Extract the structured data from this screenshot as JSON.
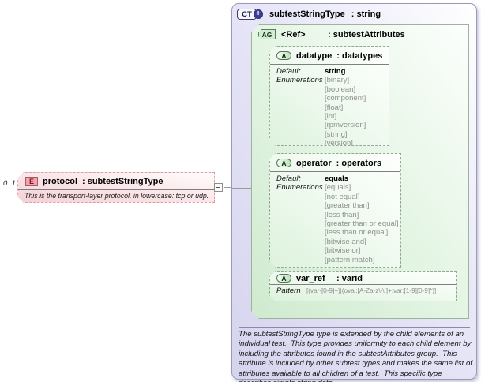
{
  "element": {
    "cardinality": "0..1",
    "badge": "E",
    "name": "protocol",
    "type_label": ": subtestStringType",
    "annotation": "This is the transport-layer protocol, in lowercase: tcp or udp."
  },
  "complex_type": {
    "badge": "CT",
    "plus": "+",
    "name": "subtestStringType",
    "type_label": ": string",
    "attribute_group": {
      "badge": "AG",
      "name": "<Ref>",
      "type_label": ": subtestAttributes"
    },
    "attributes": {
      "datatype": {
        "badge": "A",
        "name": "datatype",
        "type_label": ": datatypes",
        "default_label": "Default",
        "default_value": "string",
        "enumerations_label": "Enumerations",
        "enumerations": [
          "[binary]",
          "[boolean]",
          "[component]",
          "[float]",
          "[int]",
          "[rpmversion]",
          "[string]",
          "[version]"
        ]
      },
      "operator": {
        "badge": "A",
        "name": "operator",
        "type_label": ": operators",
        "default_label": "Default",
        "default_value": "equals",
        "enumerations_label": "Enumerations",
        "enumerations": [
          "[equals]",
          "[not equal]",
          "[greater than]",
          "[less than]",
          "[greater than or equal]",
          "[less than or equal]",
          "[bitwise and]",
          "[bitwise or]",
          "[pattern match]"
        ]
      },
      "var_ref": {
        "badge": "A",
        "name": "var_ref",
        "type_label": ": varid",
        "pattern_label": "Pattern",
        "pattern_value": "[(var-[0-9]+)|(oval:[A-Za-z\\-\\.]+:var:[1-9][0-9]*)]"
      }
    },
    "documentation": "The subtestStringType type is extended by the child elements of an individual test.  This type provides uniformity to each child element by including the attributes found in the subtestAttributes group.  This attribute is included by other subtest types and makes the same list of attributes available to all children of a test.  This specific type describes simple string data."
  }
}
